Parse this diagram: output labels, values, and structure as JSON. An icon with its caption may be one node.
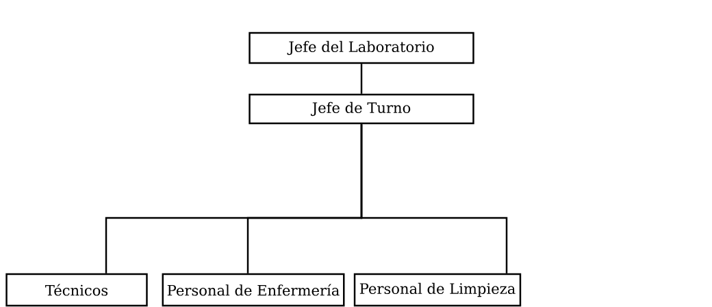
{
  "diagram": {
    "nodes": [
      {
        "text": [
          "Jefe del Laboratorio"
        ]
      },
      {
        "text": [
          "Jefe de Turno"
        ]
      },
      {
        "text": [
          "Técnicos"
        ]
      },
      {
        "text": [
          "Personal de Enfermería"
        ]
      },
      {
        "text": [
          "Personal de Limpieza"
        ]
      }
    ],
    "edges": [
      {
        "from": 0,
        "to": 1,
        "arrow": "none"
      },
      {
        "from": 1,
        "to": 2,
        "arrow": "none"
      },
      {
        "from": 1,
        "to": 3,
        "arrow": "none"
      },
      {
        "from": 1,
        "to": 4,
        "arrow": "none"
      }
    ]
  }
}
